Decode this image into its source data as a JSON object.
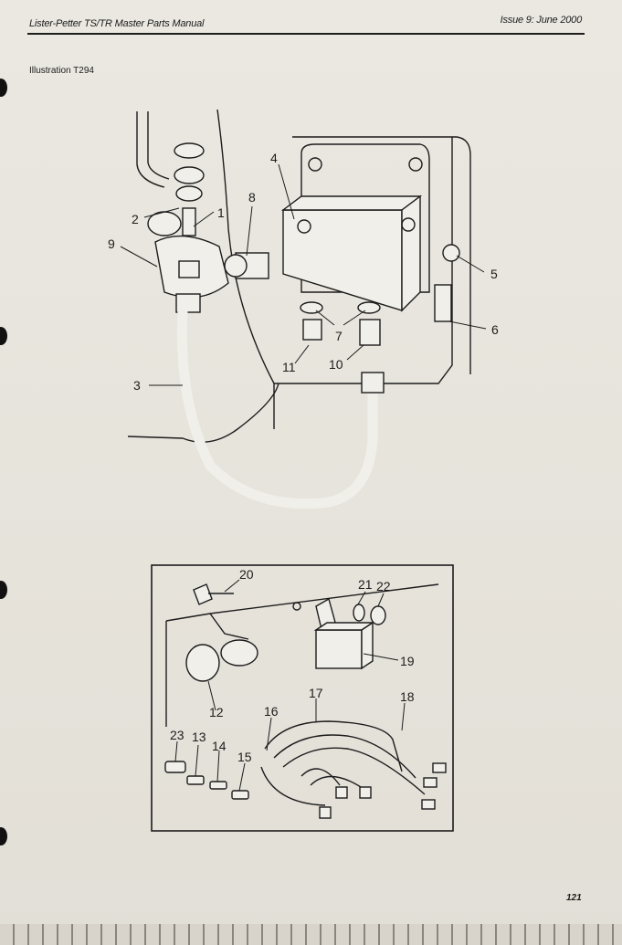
{
  "header": {
    "left": "Lister-Petter TS/TR Master Parts Manual",
    "right": "Issue 9: June 2000"
  },
  "illustration_label": "Illustration T294",
  "page_number": "121",
  "callouts_upper": [
    "1",
    "2",
    "3",
    "4",
    "5",
    "6",
    "7",
    "8",
    "9",
    "10",
    "11"
  ],
  "callouts_lower": [
    "12",
    "13",
    "14",
    "15",
    "16",
    "17",
    "18",
    "19",
    "20",
    "21",
    "22",
    "23"
  ]
}
